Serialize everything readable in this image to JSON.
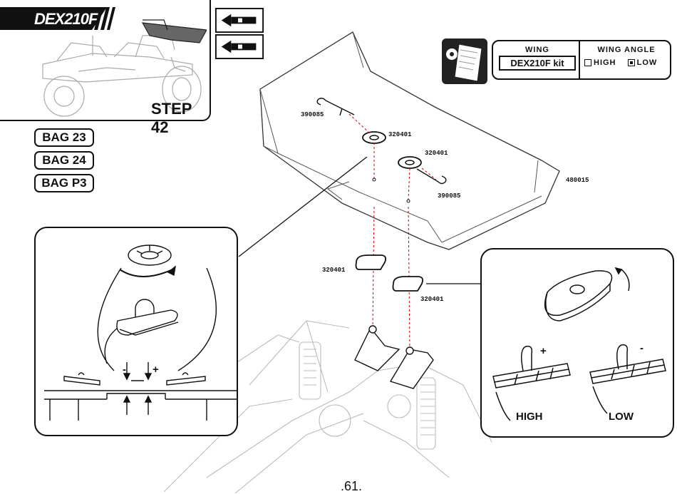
{
  "header": {
    "logo": "DEX210F",
    "step": "STEP 42"
  },
  "bags": [
    "BAG 23",
    "BAG 24",
    "BAG P3"
  ],
  "options": {
    "wing_title": "WING",
    "wing_value": "DEX210F kit",
    "angle_title": "WING ANGLE",
    "angle_high": "HIGH",
    "angle_low": "LOW",
    "selected": "LOW"
  },
  "parts": {
    "clip_left": "390085",
    "button_top_left": "320401",
    "button_top_right": "320401",
    "clip_right": "390085",
    "wing": "480015",
    "button_mid_left": "320401",
    "button_mid_right": "320401"
  },
  "left_callout": {
    "minus": "-",
    "plus": "+"
  },
  "right_callout": {
    "plus": "+",
    "minus": "-",
    "high_label": "HIGH",
    "low_label": "LOW"
  },
  "page_number": ".61."
}
